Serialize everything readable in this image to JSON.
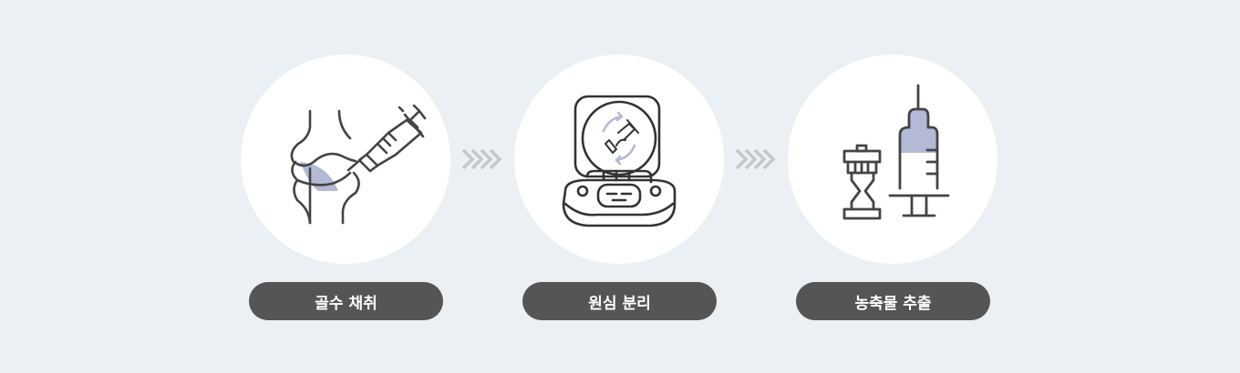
{
  "steps": [
    {
      "label": "골수 채취",
      "icon": "knee-syringe-icon"
    },
    {
      "label": "원심 분리",
      "icon": "centrifuge-icon"
    },
    {
      "label": "농축물 추출",
      "icon": "vial-syringe-icon"
    }
  ],
  "colors": {
    "background": "#ebf0f5",
    "stroke": "#444444",
    "accent": "#b4b9d6",
    "pill": "#555555",
    "chevron": "#c3c7cc"
  }
}
